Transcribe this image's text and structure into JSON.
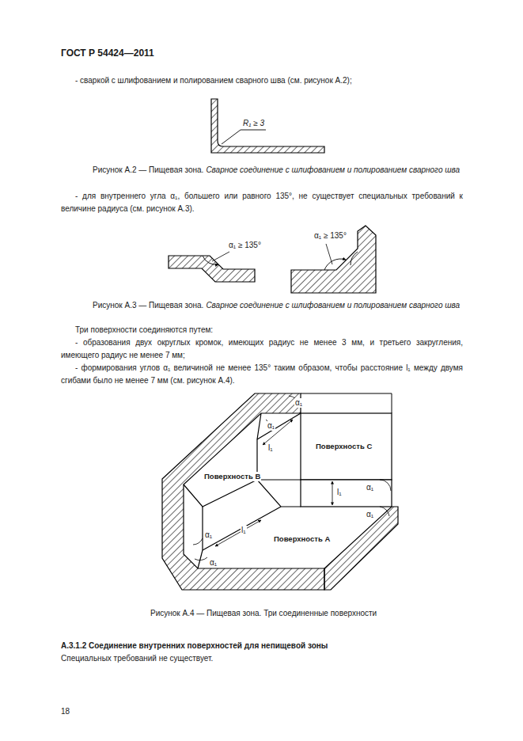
{
  "diagram": {
    "title": "ГОСТ Р 54424—2011",
    "labels": [
      "- сваркой с шлифованием и полированием сварного шва (см. рисунок А.2);",
      "R₁ ≥ 3",
      "Рисунок А.2 — Пищевая зона.",
      "Сварное соединение с шлифованием и полированием сварного шва",
      "- для внутреннего угла α₁, большего или равного 135°, не существует специальных требований к величине радиуса (см. рисунок А.3).",
      "α₁ ≥ 135°",
      "α₁ ≥ 135°",
      "Рисунок А.3 — Пищевая зона.",
      "Сварное соединение с шлифованием и полированием сварного шва",
      "Три поверхности соединяются путем:",
      "- образования двух округлых кромок, имеющих радиус не менее 3 мм, и третьего закругления, имеющего радиус не менее 7 мм;",
      "- формирования углов α₁ величиной не менее 135° таким образом, чтобы расстояние l₁ между двумя сгибами было не менее 7 мм (см. рисунок А.4).",
      "Поверхность С",
      "Поверхность В",
      "Поверхность А",
      "α₁",
      "α₁",
      "α₁",
      "α₁",
      "α₁",
      "α₁",
      "l₁",
      "l₁",
      "l₁",
      "Рисунок А.4 — Пищевая зона. Три соединенные поверхности",
      "А.3.1.2 Соединение внутренних поверхностей для непищевой зоны",
      "Специальных требований не существует.",
      "18"
    ]
  }
}
